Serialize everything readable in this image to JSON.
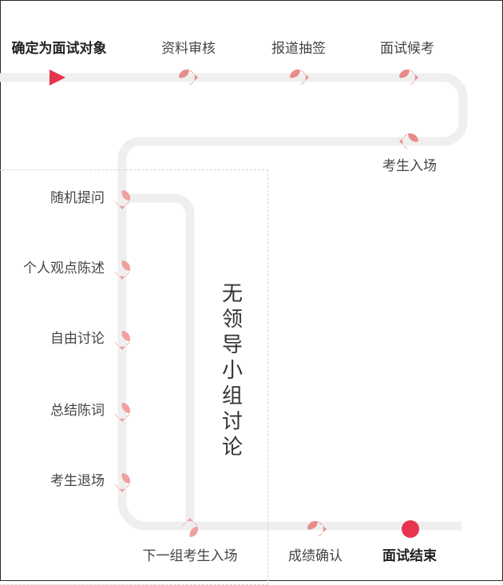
{
  "colors": {
    "track": "#efefef",
    "marker": "#f0a0a0",
    "marker_dark": "#e98b8b",
    "start": "#e8344f",
    "end": "#e8344f"
  },
  "steps": {
    "start": "确定为面试对象",
    "review": "资料审核",
    "report": "报道抽签",
    "wait": "面试候考",
    "enter": "考生入场",
    "q1": "随机提问",
    "q2": "个人观点陈述",
    "q3": "自由讨论",
    "q4": "总结陈词",
    "q5": "考生退场",
    "next": "下一组考生入场",
    "confirm": "成绩确认",
    "end": "面试结束"
  },
  "group": {
    "title": "无领导小组讨论"
  }
}
